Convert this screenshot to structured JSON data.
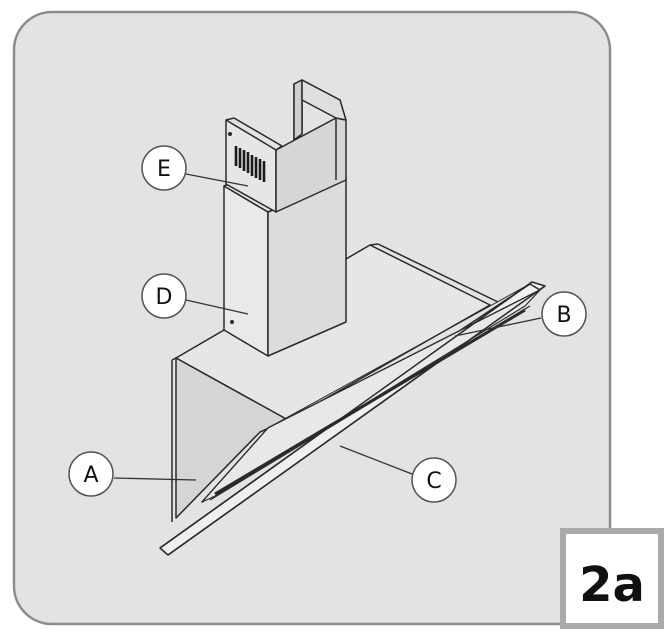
{
  "figure_label": "2a",
  "callouts": {
    "A": "A",
    "B": "B",
    "C": "C",
    "D": "D",
    "E": "E"
  },
  "colors": {
    "panel_fill": "#e3e3e3",
    "panel_stroke": "#8c8c8c",
    "line": "#2a2a2a",
    "metal_light": "#eeeeee",
    "metal_mid": "#d9d9d9",
    "metal_dark": "#c4c4c4",
    "glass": "#efefef",
    "badge_fill": "#ffffff",
    "badge_border": "#555555"
  },
  "icons": [
    "vent-grille-icon"
  ]
}
